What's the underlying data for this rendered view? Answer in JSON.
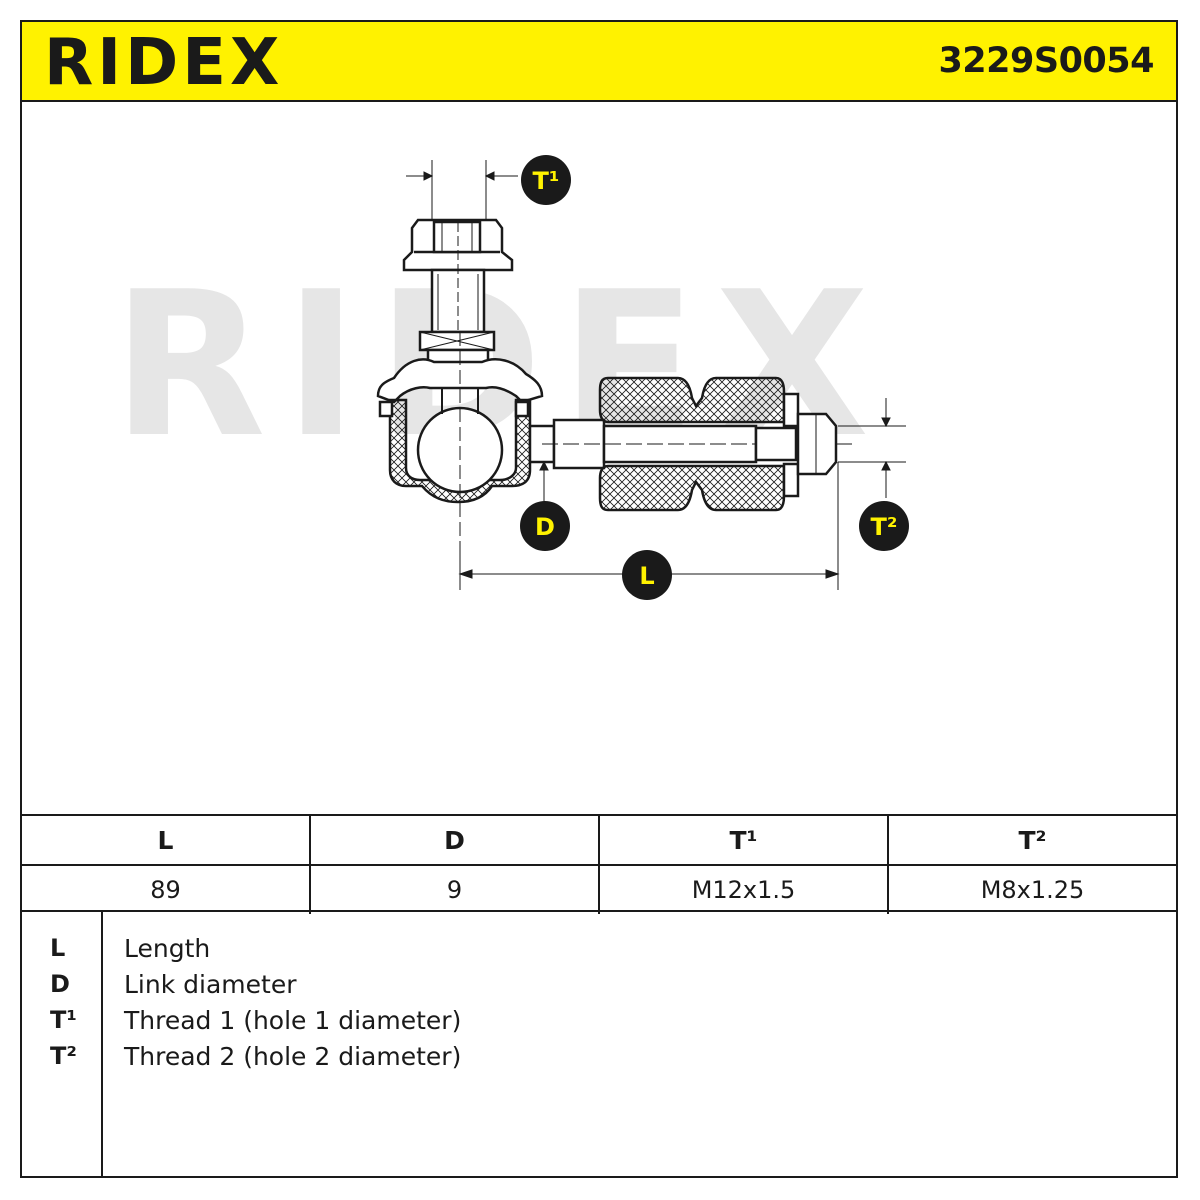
{
  "header": {
    "brand": "RIDEX",
    "part_number": "3229S0054",
    "background_color": "#fff200"
  },
  "drawing": {
    "watermark": "RIDEX",
    "callouts": {
      "t1": "T¹",
      "d": "D",
      "t2": "T²",
      "l": "L"
    }
  },
  "dimension_table": {
    "headers": [
      "L",
      "D",
      "T¹",
      "T²"
    ],
    "values": [
      "89",
      "9",
      "M12x1.5",
      "M8x1.25"
    ]
  },
  "legend": [
    {
      "key": "L",
      "description": "Length"
    },
    {
      "key": "D",
      "description": "Link diameter"
    },
    {
      "key": "T¹",
      "description": "Thread 1 (hole 1 diameter)"
    },
    {
      "key": "T²",
      "description": "Thread 2 (hole 2 diameter)"
    }
  ]
}
